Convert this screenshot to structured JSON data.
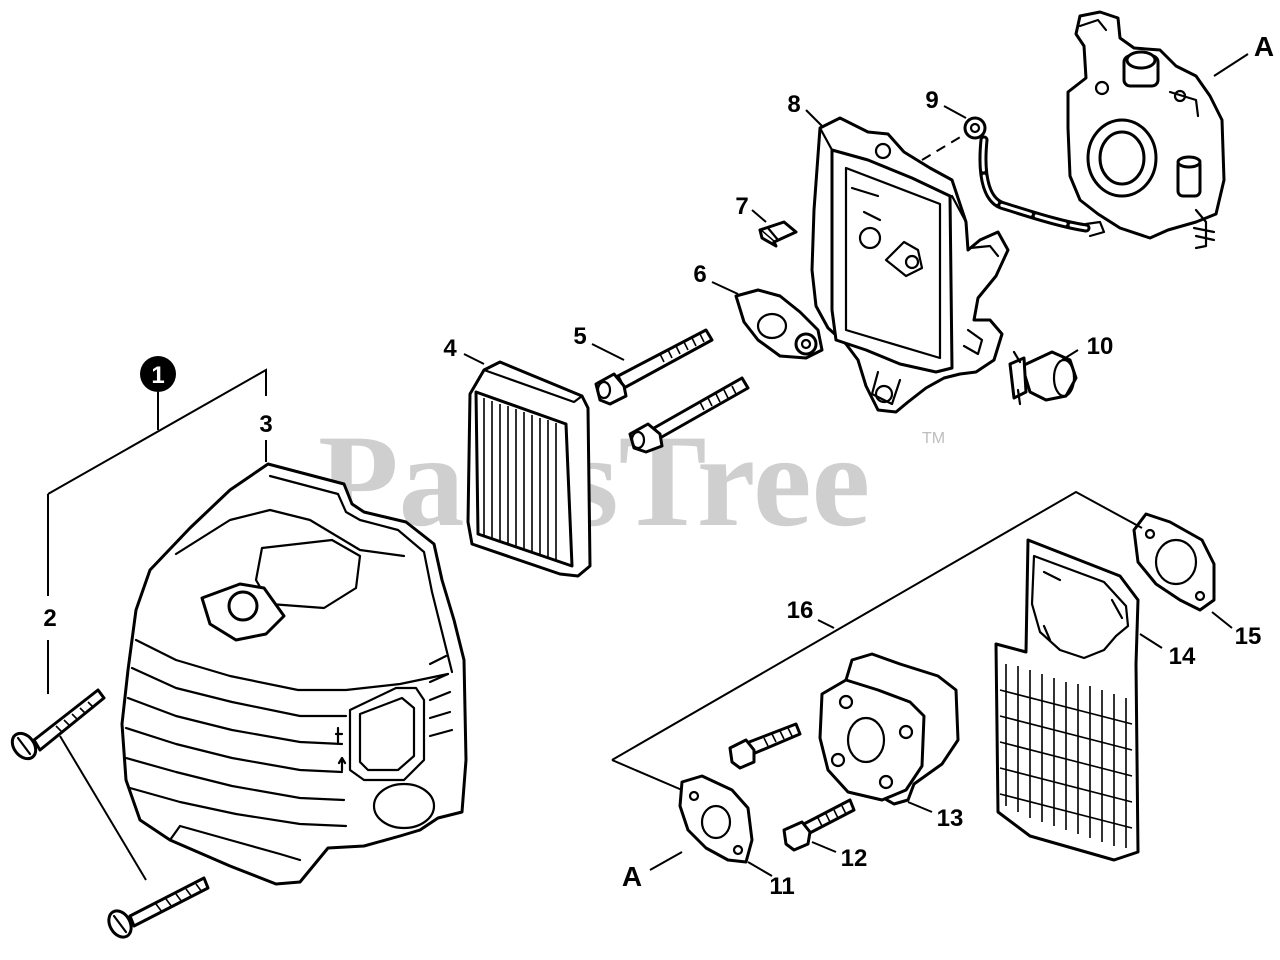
{
  "watermark": {
    "text": "PartsTree",
    "trademark": "TM"
  },
  "assembly_marker": "1",
  "reference_label": "A",
  "callouts": [
    "2",
    "3",
    "4",
    "5",
    "6",
    "7",
    "8",
    "9",
    "10",
    "11",
    "12",
    "13",
    "14",
    "15",
    "16"
  ]
}
